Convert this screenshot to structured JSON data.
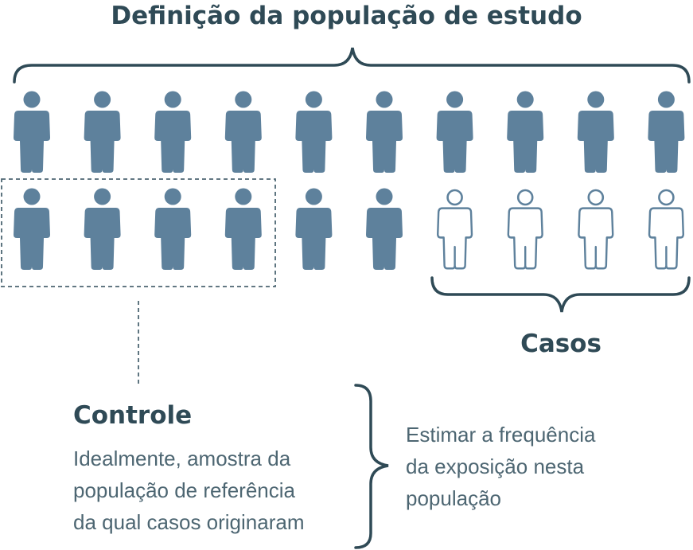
{
  "title": "Definição da população de estudo",
  "colors": {
    "filled": "#5e819c",
    "outline": "#5e819c",
    "text_dark": "#2f4a56",
    "text_body": "#4d6672",
    "bracket": "#2f4a56",
    "dash": "#4d6672"
  },
  "icons": {
    "person_filled": "person-filled-icon",
    "person_outline": "person-outline-icon"
  },
  "population": {
    "rows": [
      [
        "filled",
        "filled",
        "filled",
        "filled",
        "filled",
        "filled",
        "filled",
        "filled",
        "filled",
        "filled"
      ],
      [
        "filled",
        "filled",
        "filled",
        "filled",
        "filled",
        "filled",
        "outline",
        "outline",
        "outline",
        "outline"
      ]
    ]
  },
  "casos": {
    "label": "Casos"
  },
  "controle": {
    "title": "Controle",
    "description_lines": [
      "Idealmente, amostra da",
      "população de referência",
      "da qual casos originaram"
    ]
  },
  "estimate": {
    "lines": [
      "Estimar a frequência",
      "da exposição nesta",
      "população"
    ]
  }
}
